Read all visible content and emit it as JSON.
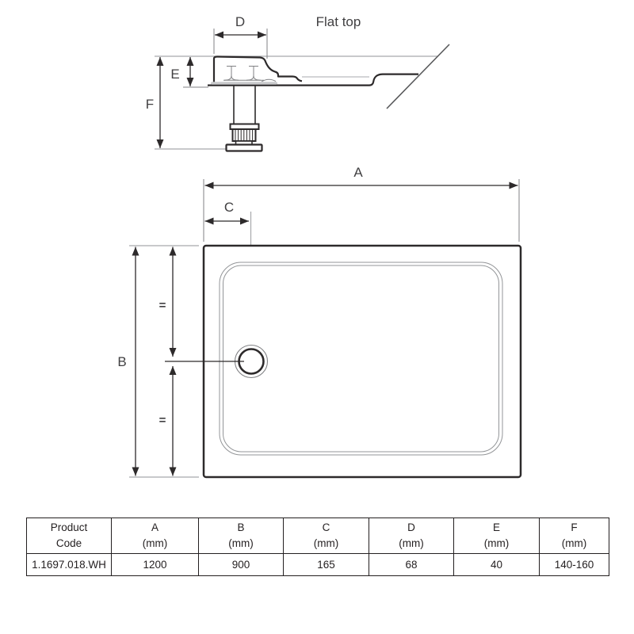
{
  "section_view": {
    "title": "Flat top",
    "dim_d": "D",
    "dim_e": "E",
    "dim_f": "F"
  },
  "plan_view": {
    "dim_a": "A",
    "dim_b": "B",
    "dim_c": "C",
    "equal_mark_top": "=",
    "equal_mark_bottom": "="
  },
  "table": {
    "header": {
      "product_code_line1": "Product",
      "product_code_line2": "Code",
      "columns": [
        {
          "letter": "A",
          "unit": "(mm)"
        },
        {
          "letter": "B",
          "unit": "(mm)"
        },
        {
          "letter": "C",
          "unit": "(mm)"
        },
        {
          "letter": "D",
          "unit": "(mm)"
        },
        {
          "letter": "E",
          "unit": "(mm)"
        },
        {
          "letter": "F",
          "unit": "(mm)"
        }
      ]
    },
    "row": {
      "product_code": "1.1697.018.WH",
      "values": [
        "1200",
        "900",
        "165",
        "68",
        "40",
        "140-160"
      ]
    }
  },
  "colors": {
    "line_dark": "#2d2a2b",
    "line_light": "#a7a9ac",
    "line_mid": "#808184",
    "text": "#414042"
  }
}
